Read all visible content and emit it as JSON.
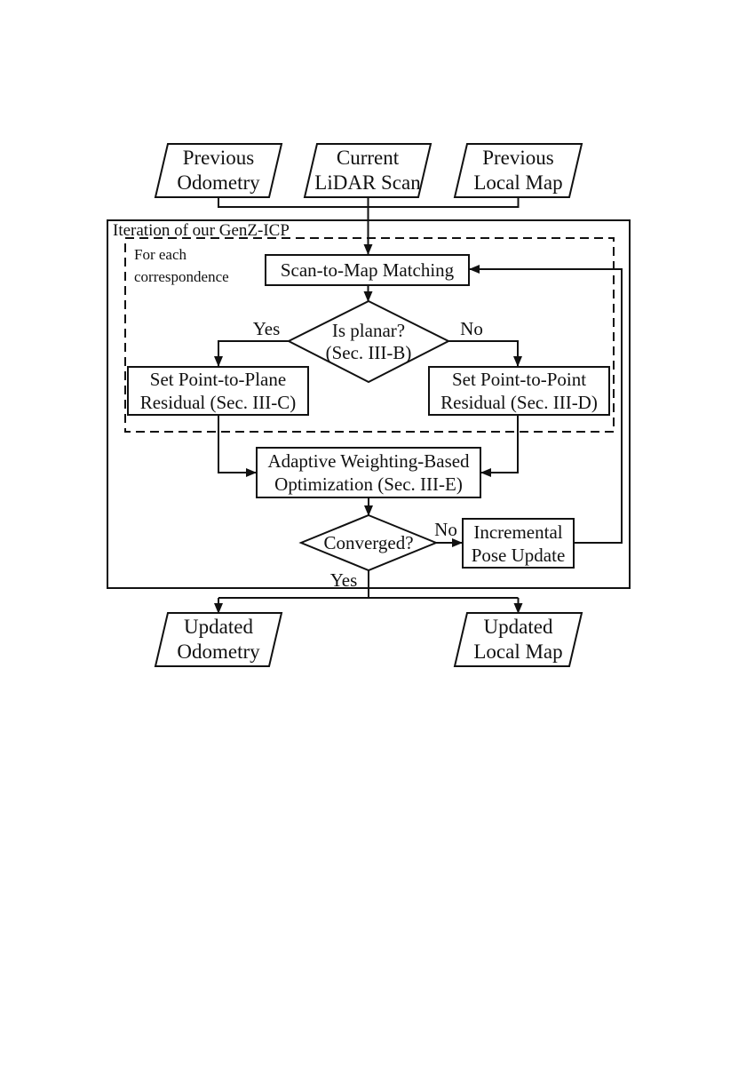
{
  "figure": {
    "background": "#ffffff",
    "ink": "#111111"
  },
  "inputs": {
    "previous_odometry": "Previous\nOdometry",
    "current_lidar_scan": "Current\nLiDAR Scan",
    "previous_local_map": "Previous\nLocal Map"
  },
  "containers": {
    "outer_label": "Iteration of our GenZ-ICP",
    "dashed_label": "For each\ncorrespondence"
  },
  "nodes": {
    "scan_to_map": "Scan-to-Map Matching",
    "is_planar": "Is planar?\n(Sec. III-B)",
    "point_to_plane": "Set Point-to-Plane\nResidual (Sec. III-C)",
    "point_to_point": "Set Point-to-Point\nResidual (Sec. III-D)",
    "adaptive_optimization": "Adaptive Weighting-Based\nOptimization (Sec. III-E)",
    "converged": "Converged?",
    "incremental_pose_update": "Incremental\nPose Update"
  },
  "edge_labels": {
    "planar_yes": "Yes",
    "planar_no": "No",
    "converged_no": "No",
    "converged_yes": "Yes"
  },
  "outputs": {
    "updated_odometry": "Updated\nOdometry",
    "updated_local_map": "Updated\nLocal Map"
  }
}
